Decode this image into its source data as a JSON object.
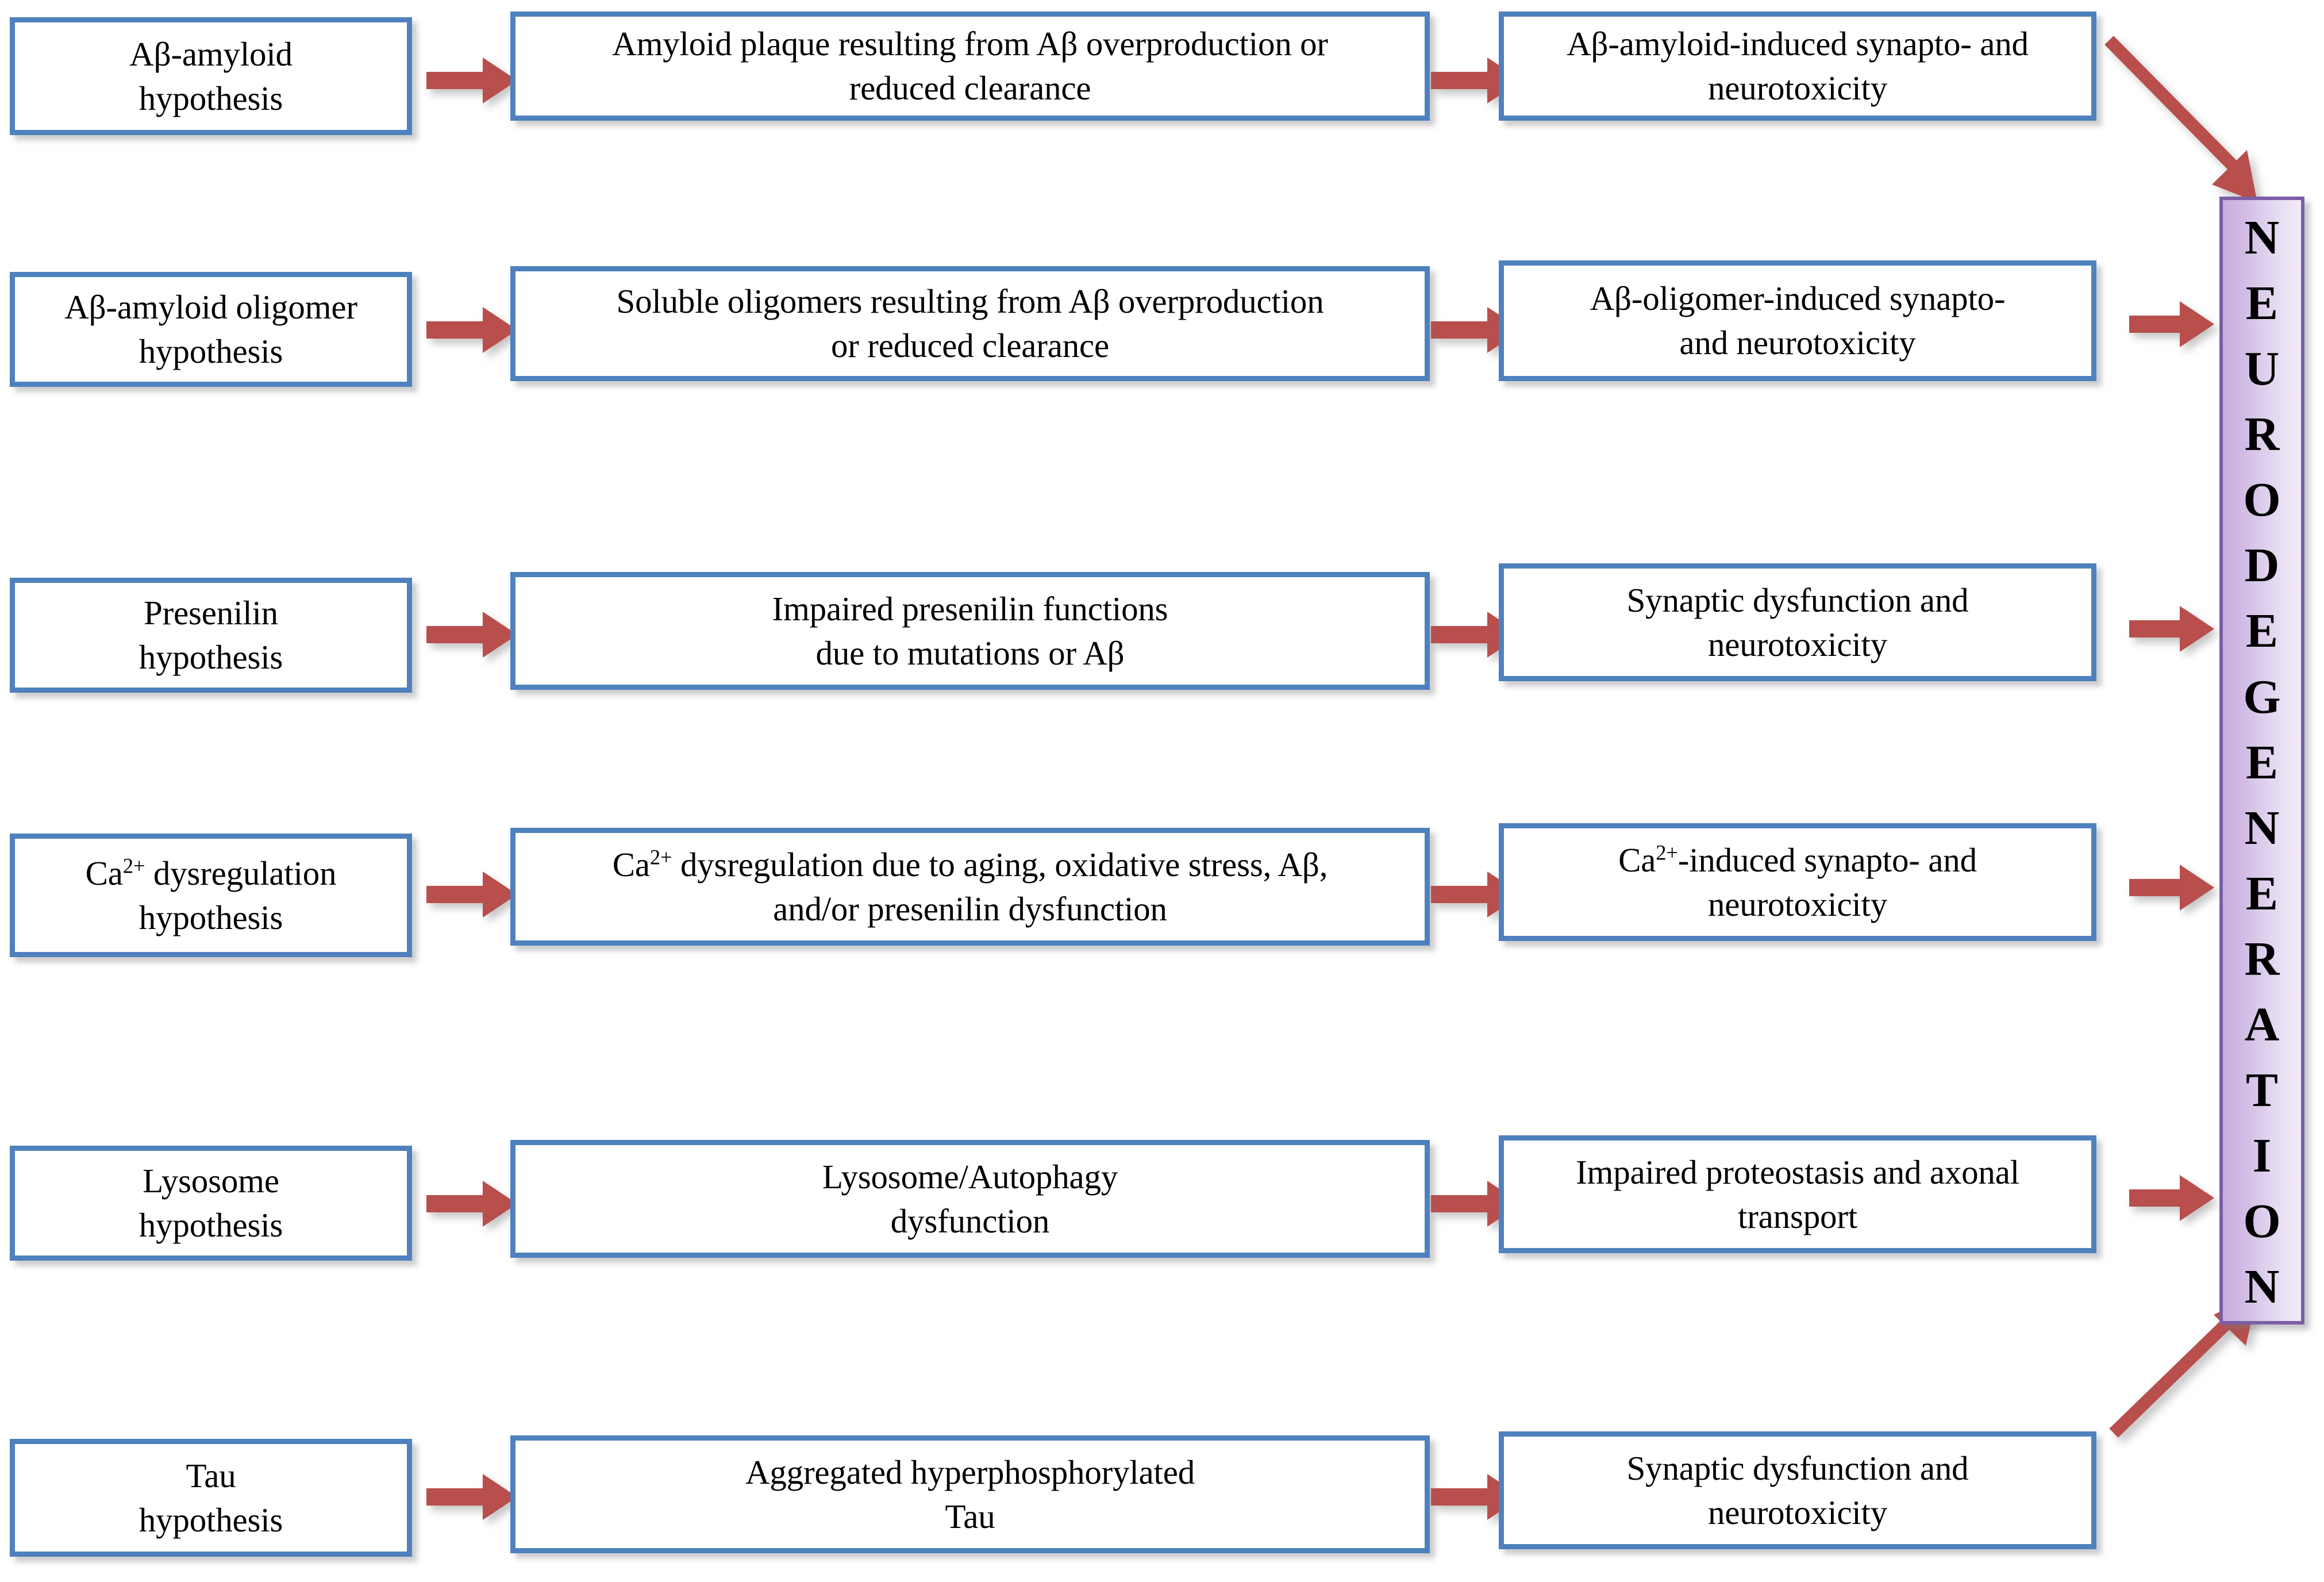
{
  "diagram": {
    "title_bar": {
      "text": "NEURODEGENERATION",
      "letters": [
        "N",
        "E",
        "U",
        "R",
        "O",
        "D",
        "E",
        "G",
        "E",
        "N",
        "E",
        "R",
        "A",
        "T",
        "I",
        "O",
        "N"
      ],
      "border_color": "#7b5ea7",
      "fill_start": "#c6aedd",
      "fill_end": "#f2ecf8"
    },
    "box_border_color": "#4e81bd",
    "arrow_color": "#b84f4c",
    "rows": [
      {
        "id": "amyloid",
        "hypothesis": "Aβ-amyloid\nhypothesis",
        "mechanism": "Amyloid plaque resulting from Aβ overproduction or\nreduced clearance",
        "outcome": "Aβ-amyloid-induced synapto- and\nneurotoxicity",
        "to_bar": "diagonal-down"
      },
      {
        "id": "oligomer",
        "hypothesis": "Aβ-amyloid oligomer\nhypothesis",
        "mechanism": "Soluble oligomers resulting from Aβ overproduction\nor reduced clearance",
        "outcome": "Aβ-oligomer-induced synapto-\nand  neurotoxicity",
        "to_bar": "horizontal"
      },
      {
        "id": "presenilin",
        "hypothesis": "Presenilin\nhypothesis",
        "mechanism": "Impaired presenilin functions\ndue to mutations or Aβ",
        "outcome": "Synaptic dysfunction and\nneurotoxicity",
        "to_bar": "horizontal"
      },
      {
        "id": "calcium",
        "hypothesis": "Ca|SUP|2+|/SUP| dysregulation\nhypothesis",
        "mechanism": "Ca|SUP|2+|/SUP| dysregulation  due to aging, oxidative stress, Aβ,\nand/or presenilin dysfunction",
        "outcome": "Ca|SUP|2+|/SUP|-induced synapto- and\nneurotoxicity",
        "to_bar": "horizontal"
      },
      {
        "id": "lysosome",
        "hypothesis": "Lysosome\nhypothesis",
        "mechanism": "Lysosome/Autophagy\ndysfunction",
        "outcome": "Impaired proteostasis and axonal\ntransport",
        "to_bar": "horizontal"
      },
      {
        "id": "tau",
        "hypothesis": "Tau\nhypothesis",
        "mechanism": "Aggregated hyperphosphorylated\nTau",
        "outcome": "Synaptic dysfunction and\nneurotoxicity",
        "to_bar": "diagonal-up"
      }
    ]
  }
}
